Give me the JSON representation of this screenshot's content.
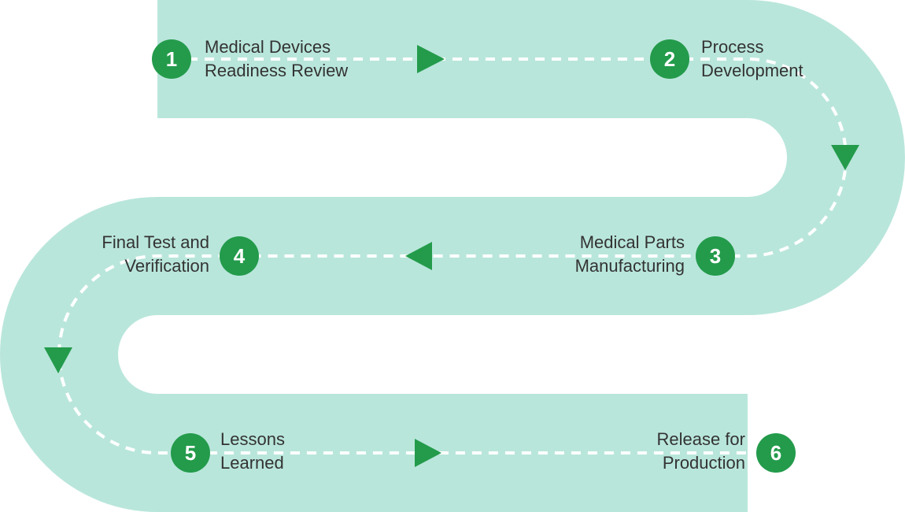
{
  "colors": {
    "road": "#b9e6db",
    "accent": "#239b4b",
    "path": "#ffffff",
    "text": "#333333"
  },
  "steps": [
    {
      "number": "1",
      "label_lines": [
        "Medical Devices",
        "Readiness Review"
      ]
    },
    {
      "number": "2",
      "label_lines": [
        "Process",
        "Development"
      ]
    },
    {
      "number": "3",
      "label_lines": [
        "Medical Parts",
        "Manufacturing"
      ]
    },
    {
      "number": "4",
      "label_lines": [
        "Final Test and",
        "Verification"
      ]
    },
    {
      "number": "5",
      "label_lines": [
        "Lessons",
        "Learned"
      ]
    },
    {
      "number": "6",
      "label_lines": [
        "Release for",
        "Production"
      ]
    }
  ],
  "arrows": [
    {
      "name": "arrow-right-1",
      "direction": "right"
    },
    {
      "name": "arrow-down-1",
      "direction": "down"
    },
    {
      "name": "arrow-left-1",
      "direction": "left"
    },
    {
      "name": "arrow-down-2",
      "direction": "down"
    },
    {
      "name": "arrow-right-2",
      "direction": "right"
    }
  ]
}
